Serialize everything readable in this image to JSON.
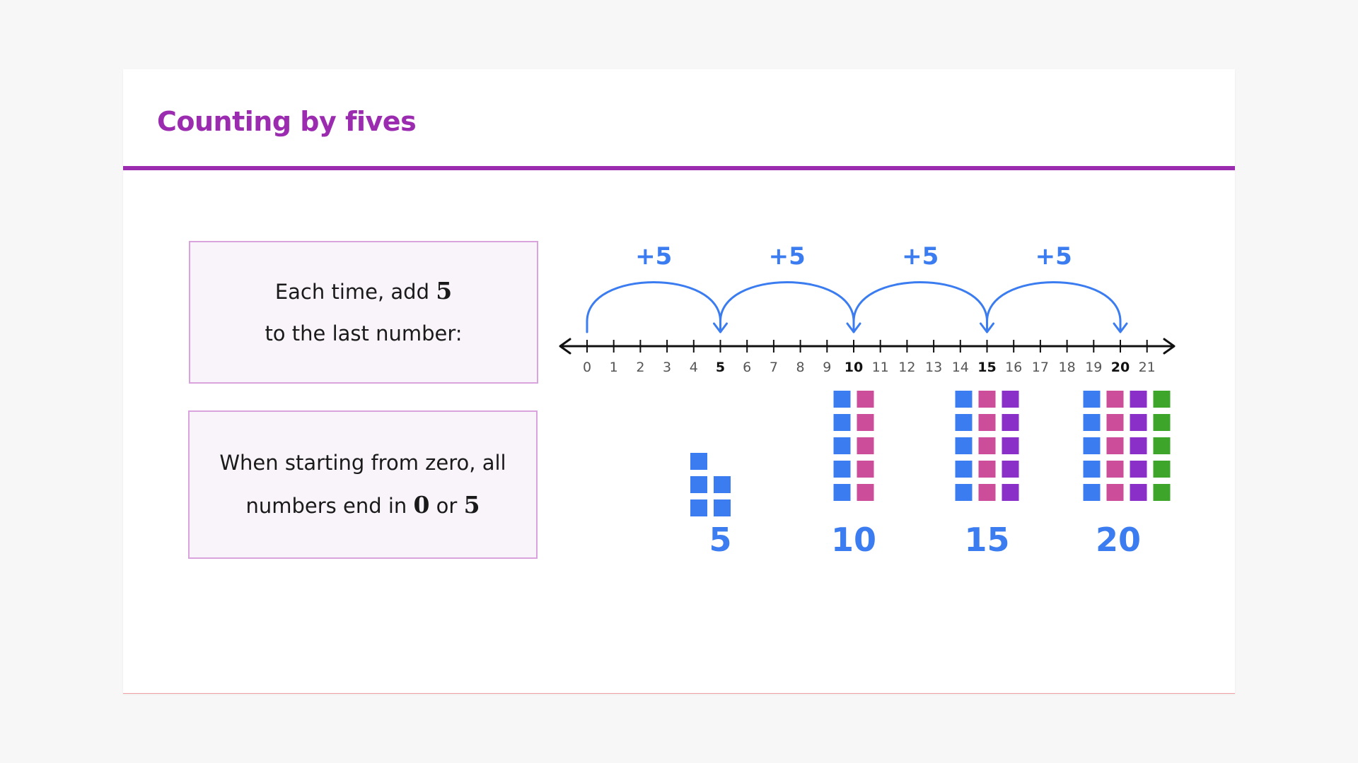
{
  "slide": {
    "title": "Counting by fives"
  },
  "info_boxes": [
    {
      "line1_text": "Each time, add ",
      "line1_math": "5",
      "line2_text": "to the last number:"
    },
    {
      "line1_text": "When starting from zero, all",
      "line2_text": "numbers end in ",
      "math_a": "0",
      "or_text": " or ",
      "math_b": "5"
    }
  ],
  "number_line": {
    "min": 0,
    "max": 21,
    "highlighted_ticks": [
      5,
      10,
      15,
      20
    ],
    "jump_label": "+5",
    "jumps": [
      [
        0,
        5
      ],
      [
        5,
        10
      ],
      [
        10,
        15
      ],
      [
        15,
        20
      ]
    ],
    "arrow_color": "#3b7cf0",
    "line_color": "#111111"
  },
  "groups": [
    {
      "total": 5,
      "label": "5",
      "columns": [
        "#3b7cf0"
      ]
    },
    {
      "total": 10,
      "label": "10",
      "columns": [
        "#3b7cf0",
        "#cc4d99"
      ]
    },
    {
      "total": 15,
      "label": "15",
      "columns": [
        "#3b7cf0",
        "#cc4d99",
        "#8a2fc8"
      ]
    },
    {
      "total": 20,
      "label": "20",
      "columns": [
        "#3b7cf0",
        "#cc4d99",
        "#8a2fc8",
        "#3da52a"
      ]
    }
  ],
  "colors": {
    "accent": "#9b2cb0",
    "box_border": "#d9a3de",
    "box_fill": "#f9f4fa",
    "blue": "#3b7cf0"
  }
}
